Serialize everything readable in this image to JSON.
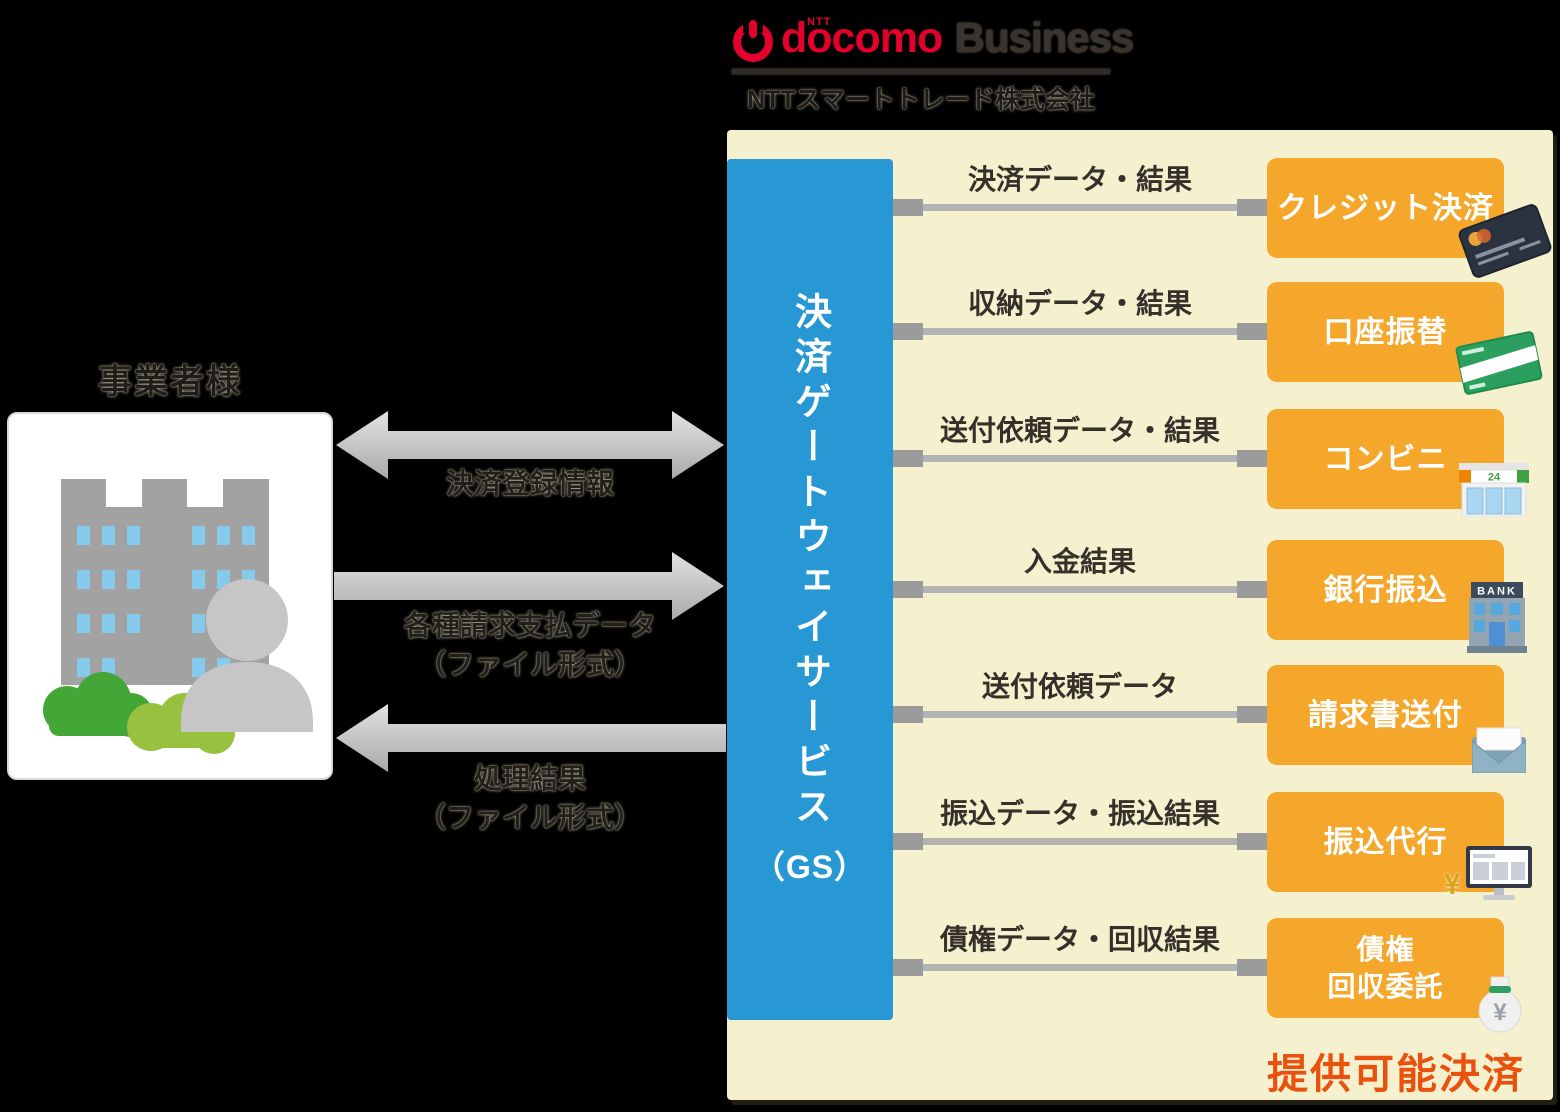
{
  "logo": {
    "ntt_small": "NTT",
    "brand": "docomo",
    "suffix": "Business",
    "company": "NTTスマートトレード株式会社"
  },
  "merchant": {
    "title": "事業者様"
  },
  "client_flows": [
    {
      "label": "決済登録情報",
      "sublabel": "",
      "direction": "both"
    },
    {
      "label": "各種請求支払データ",
      "sublabel": "（ファイル形式）",
      "direction": "right"
    },
    {
      "label": "処理結果",
      "sublabel": "（ファイル形式）",
      "direction": "left"
    }
  ],
  "gateway": {
    "title": "決済ゲートウェイサービス",
    "subtitle": "（GS）"
  },
  "services": [
    {
      "flow": "決済データ・結果",
      "name": "クレジット決済",
      "icon": "credit-card"
    },
    {
      "flow": "収納データ・結果",
      "name": "口座振替",
      "icon": "cash-card"
    },
    {
      "flow": "送付依頼データ・結果",
      "name": "コンビニ",
      "icon": "convenience-store"
    },
    {
      "flow": "入金結果",
      "name": "銀行振込",
      "icon": "bank-building"
    },
    {
      "flow": "送付依頼データ",
      "name": "請求書送付",
      "icon": "envelope"
    },
    {
      "flow": "振込データ・振込結果",
      "name": "振込代行",
      "icon": "computer-monitor"
    },
    {
      "flow": "債権データ・回収結果",
      "name": "債権回収委託",
      "name_line1": "債権",
      "name_line2": "回収委託",
      "icon": "money-bag"
    }
  ],
  "footer": {
    "available": "提供可能決済"
  },
  "icon_text": {
    "bank_sign": "BANK",
    "store_sign": "24",
    "yen": "¥"
  },
  "colors": {
    "gateway_blue": "#2898D5",
    "panel_cream": "#F5F1CF",
    "service_orange": "#F4A72A",
    "logo_red": "#E3002D",
    "logo_dark": "#231815",
    "available_red": "#E9520E",
    "arrow_gray": "#C6C6C6",
    "connector_line": "#B3B3B3",
    "connector_cap": "#9B9B9B"
  }
}
